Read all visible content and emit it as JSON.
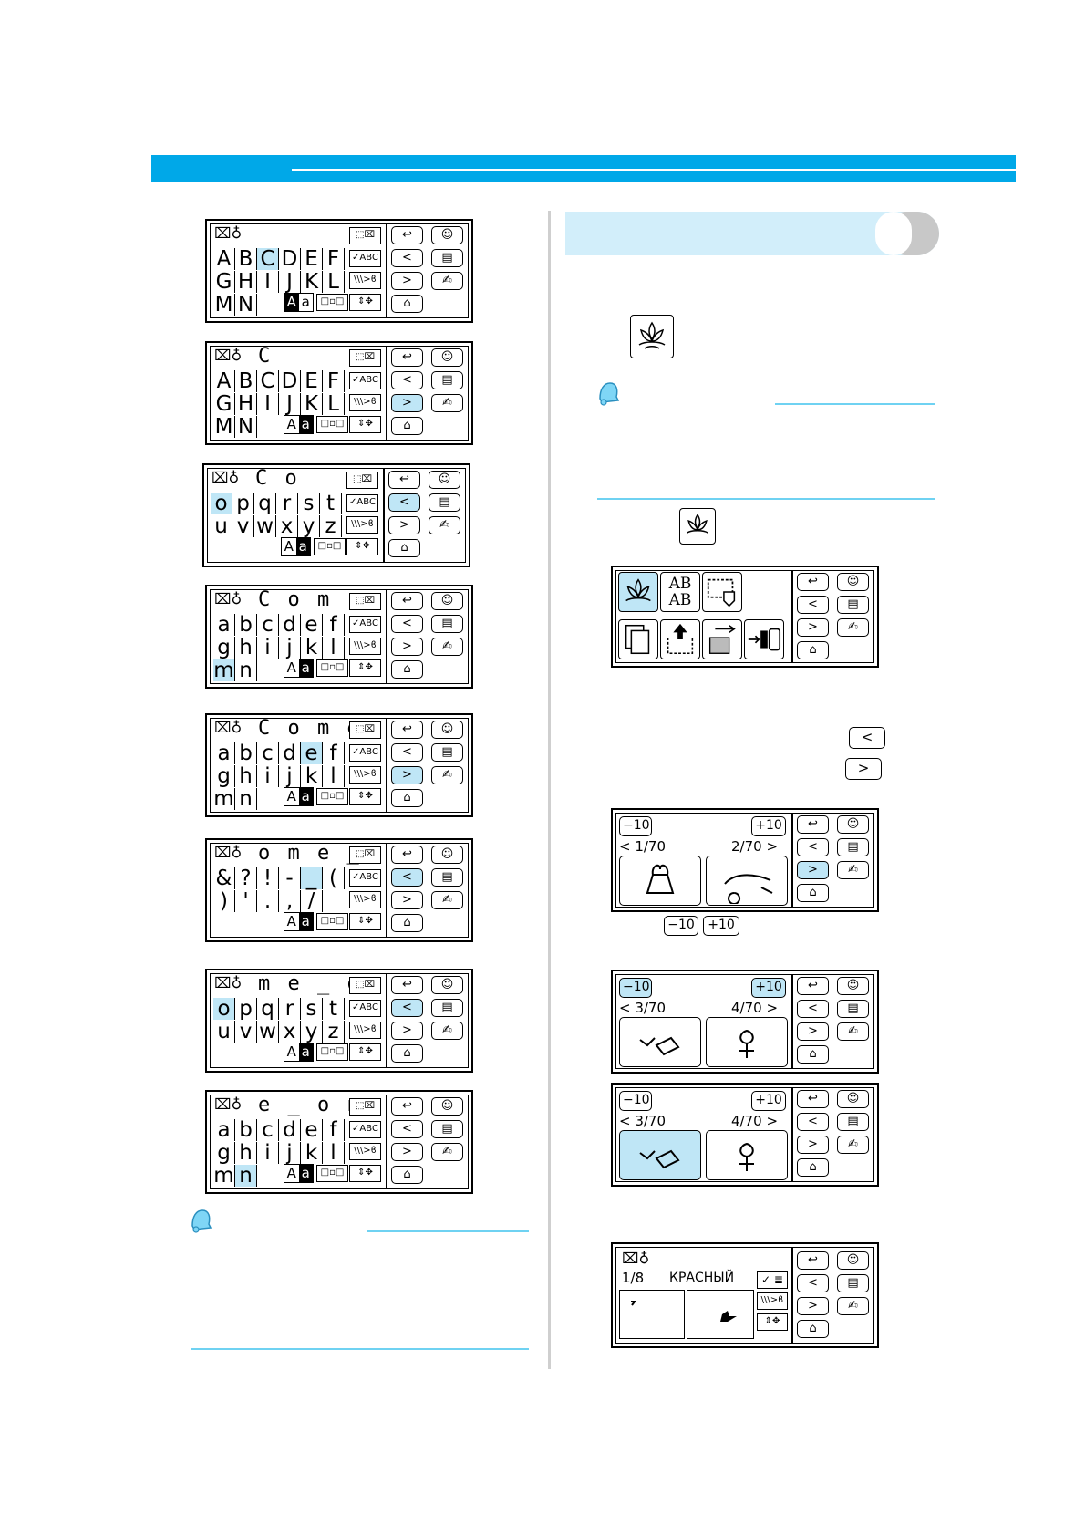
{
  "colors": {
    "accent": "#00a8e8",
    "highlight": "#bfe6f6",
    "note_line": "#6fd2f2",
    "banner": "#d2eefa"
  },
  "softkeys": {
    "back": "↩",
    "left": "<",
    "right": ">",
    "help": "☺",
    "doc": "▤",
    "menu": "✍",
    "hoop": "⌂"
  },
  "sidebar_toggles": {
    "abc": "✓ABC",
    "stitch": "\\\\\\>ϐ",
    "move": "⇕✥"
  },
  "case_btn": {
    "upper": "A",
    "lower": "a"
  },
  "spacing_btn": "□▫□",
  "left_screens": [
    {
      "title": "",
      "rows": [
        [
          "A",
          "B",
          "C",
          "D",
          "E",
          "F"
        ],
        [
          "G",
          "H",
          "I",
          "J",
          "K",
          "L"
        ],
        [
          "M",
          "N"
        ]
      ],
      "sel_row": 0,
      "sel_col": 2,
      "case": "upper",
      "nav_sel": "none"
    },
    {
      "title": "C",
      "rows": [
        [
          "A",
          "B",
          "C",
          "D",
          "E",
          "F"
        ],
        [
          "G",
          "H",
          "I",
          "J",
          "K",
          "L"
        ],
        [
          "M",
          "N"
        ]
      ],
      "sel_row": -1,
      "sel_col": -1,
      "case": "lower",
      "nav_sel": "right"
    },
    {
      "title": "C o",
      "rows": [
        [
          "o",
          "p",
          "q",
          "r",
          "s",
          "t"
        ],
        [
          "u",
          "v",
          "w",
          "x",
          "y",
          "z"
        ],
        []
      ],
      "sel_row": 0,
      "sel_col": 0,
      "case": "lower",
      "nav_sel": "left"
    },
    {
      "title": "C o m",
      "rows": [
        [
          "a",
          "b",
          "c",
          "d",
          "e",
          "f"
        ],
        [
          "g",
          "h",
          "i",
          "j",
          "k",
          "l"
        ],
        [
          "m",
          "n"
        ]
      ],
      "sel_row": 2,
      "sel_col": 0,
      "case": "lower",
      "nav_sel": "none"
    },
    {
      "title": "C o m e",
      "rows": [
        [
          "a",
          "b",
          "c",
          "d",
          "e",
          "f"
        ],
        [
          "g",
          "h",
          "i",
          "j",
          "k",
          "l"
        ],
        [
          "m",
          "n"
        ]
      ],
      "sel_row": 0,
      "sel_col": 4,
      "case": "lower",
      "nav_sel": "right"
    },
    {
      "title": "o m e _",
      "rows": [
        [
          "&",
          "?",
          "!",
          "-",
          "_",
          "("
        ],
        [
          ")",
          "'",
          ".",
          ",",
          "/"
        ],
        []
      ],
      "sel_row": 0,
      "sel_col": 4,
      "case": "lower",
      "nav_sel": "left"
    },
    {
      "title": "m e _ o",
      "rows": [
        [
          "o",
          "p",
          "q",
          "r",
          "s",
          "t"
        ],
        [
          "u",
          "v",
          "w",
          "x",
          "y",
          "z"
        ],
        []
      ],
      "sel_row": 0,
      "sel_col": 0,
      "case": "lower",
      "nav_sel": "left"
    },
    {
      "title": "e _ o n",
      "rows": [
        [
          "a",
          "b",
          "c",
          "d",
          "e",
          "f"
        ],
        [
          "g",
          "h",
          "i",
          "j",
          "k",
          "l"
        ],
        [
          "m",
          "n"
        ]
      ],
      "sel_row": 2,
      "sel_col": 1,
      "case": "lower",
      "nav_sel": "none"
    }
  ],
  "menu_screen": {
    "cells": [
      "flower-icon",
      "AB\nAB",
      "frame-icon",
      "page-icon",
      "upload-icon",
      "usb-icon",
      "card-icon",
      "plug-icon"
    ]
  },
  "pattern_screens": [
    {
      "minus": "−10",
      "plus": "+10",
      "left_page": "< 1/70",
      "right_page": "2/70 >",
      "minus_sel": false,
      "plus_sel": false,
      "pat_sel": -1,
      "nav_sel": "right"
    },
    {
      "minus": "−10",
      "plus": "+10",
      "left_page": "< 3/70",
      "right_page": "4/70 >",
      "minus_sel": true,
      "plus_sel": true,
      "pat_sel": -1,
      "nav_sel": "none"
    },
    {
      "minus": "−10",
      "plus": "+10",
      "left_page": "< 3/70",
      "right_page": "4/70 >",
      "minus_sel": false,
      "plus_sel": false,
      "pat_sel": 0,
      "nav_sel": "none"
    }
  ],
  "inline_keys": {
    "minus10": "−10",
    "plus10": "+10",
    "left": "<",
    "right": ">"
  },
  "color_screen": {
    "count": "1/8",
    "color_name": "КРАСНЫЙ",
    "spool_btn": "✓ ≣"
  }
}
